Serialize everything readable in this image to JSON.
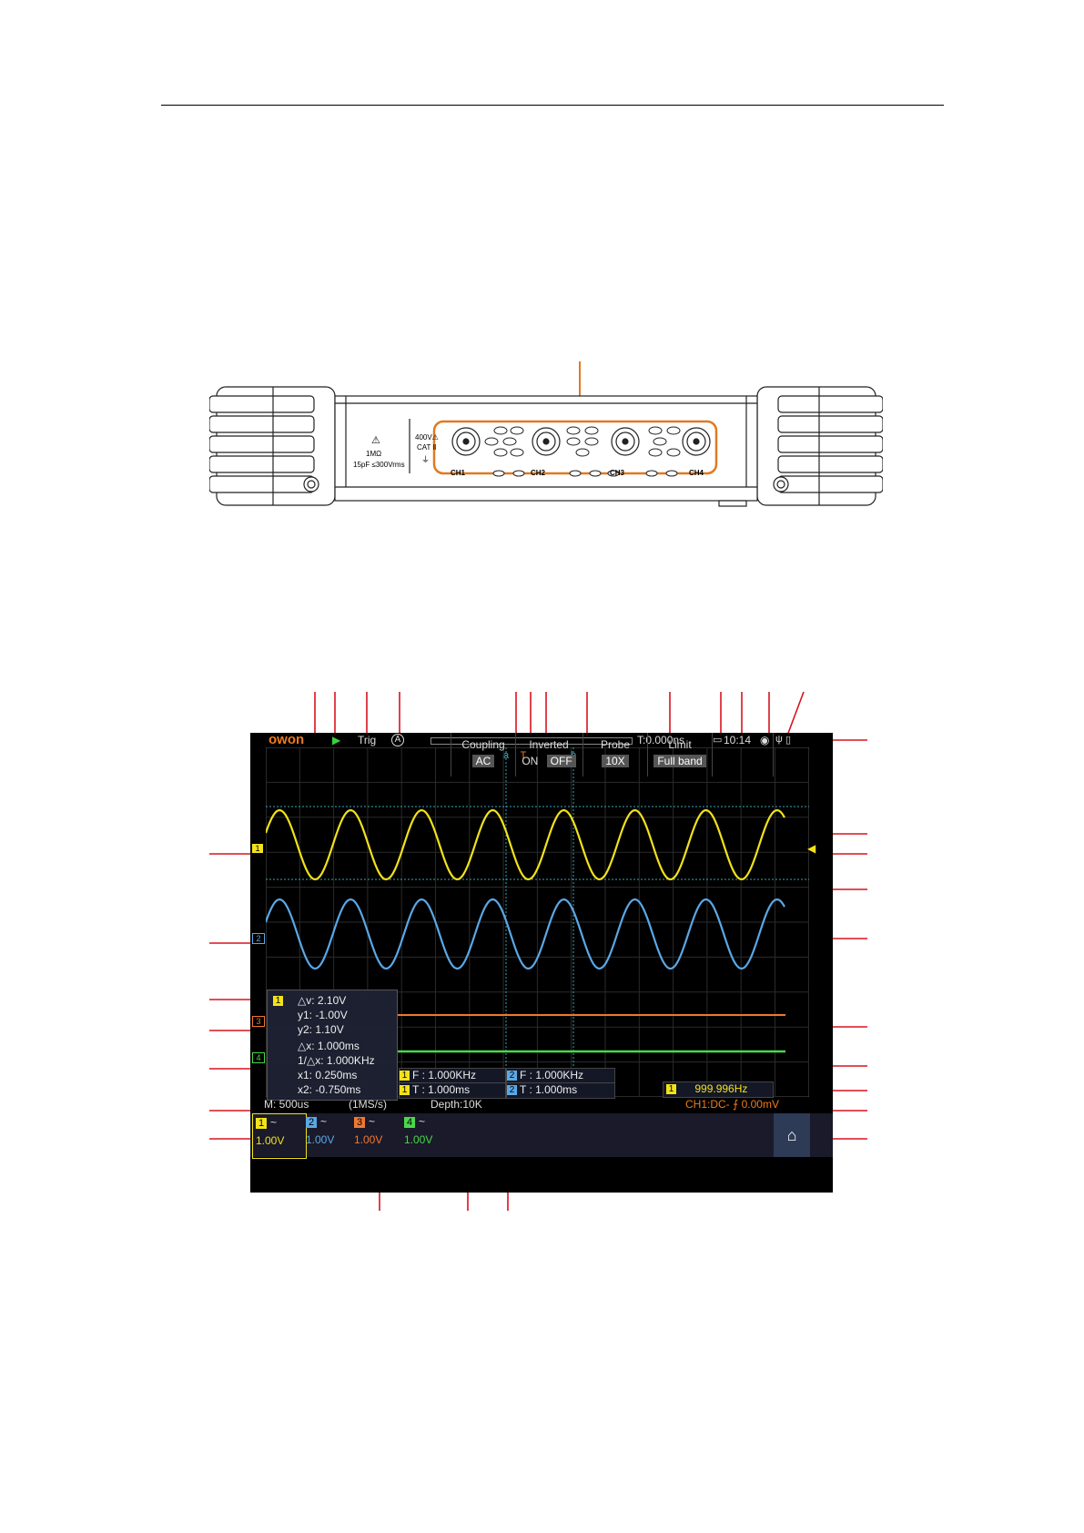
{
  "front_panel": {
    "warning_symbol": "⚠",
    "impedance": "1MΩ",
    "spec": "15pF ≤300Vrms",
    "rating_voltage": "400V⚠",
    "rating_category": "CAT Ⅱ",
    "channels": [
      "CH1",
      "CH2",
      "CH3",
      "CH4"
    ],
    "accent_color": "#e07a22"
  },
  "screen": {
    "logo": "owon",
    "run_icon": "play-icon",
    "trig_label": "Trig",
    "auto_label": "A",
    "time_offset": "T:0.000ns",
    "clock": "10:14",
    "cursor_a": "a",
    "cursor_b": "b",
    "cursor_t": "T",
    "timebase": "M: 500us",
    "sample_rate": "(1MS/s)",
    "depth": "Depth:10K",
    "trigger_status": "CH1:DC-",
    "trigger_level": "0.00mV",
    "freq_readout": "999.996Hz",
    "cursor_readout": {
      "channel": "1",
      "dv": "△v: 2.10V",
      "y1": "y1: -1.00V",
      "y2": "y2: 1.10V",
      "dx": "△x: 1.000ms",
      "inv": "1/△x: 1.000KHz",
      "x1": "x1: 0.250ms",
      "x2": "x2: -0.750ms"
    },
    "measurements": [
      {
        "channel": "1",
        "text": "F : 1.000KHz"
      },
      {
        "channel": "2",
        "text": "F : 1.000KHz"
      },
      {
        "channel": "1",
        "text": "T : 1.000ms"
      },
      {
        "channel": "2",
        "text": "T : 1.000ms"
      }
    ],
    "channels": [
      {
        "num": "1",
        "dash": "~",
        "volt": "1.00V",
        "color": "#f2e21a"
      },
      {
        "num": "2",
        "dash": "~",
        "volt": "1.00V",
        "color": "#5aa8e6"
      },
      {
        "num": "3",
        "dash": "~",
        "volt": "1.00V",
        "color": "#f07830"
      },
      {
        "num": "4",
        "dash": "~",
        "volt": "1.00V",
        "color": "#4ad84a"
      }
    ],
    "menu": {
      "coupling_label": "Coupling",
      "coupling_value": "AC",
      "inverted_label": "Inverted",
      "inverted_on": "ON",
      "inverted_off": "OFF",
      "probe_label": "Probe",
      "probe_value": "10X",
      "limit_label": "Limit",
      "limit_value": "Full band",
      "home_icon": "home-icon"
    }
  }
}
